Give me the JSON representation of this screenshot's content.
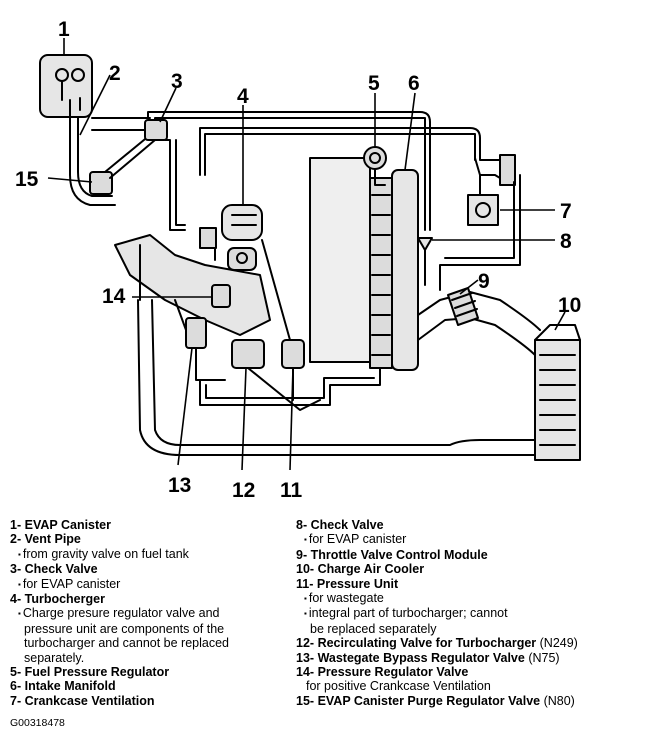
{
  "callouts": [
    "1",
    "2",
    "3",
    "4",
    "5",
    "6",
    "7",
    "8",
    "9",
    "10",
    "11",
    "12",
    "13",
    "14",
    "15"
  ],
  "legend_left": [
    {
      "num": "1-",
      "name": "EVAP Canister",
      "subs": []
    },
    {
      "num": "2-",
      "name": "Vent Pipe",
      "subs": [
        {
          "bullet": true,
          "lines": [
            "from gravity valve on fuel tank"
          ]
        }
      ]
    },
    {
      "num": "3-",
      "name": "Check Valve",
      "subs": [
        {
          "bullet": true,
          "lines": [
            "for EVAP canister"
          ]
        }
      ]
    },
    {
      "num": "4-",
      "name": "Turbocherger",
      "subs": [
        {
          "bullet": true,
          "lines": [
            "Charge presure regulator valve and",
            "pressure unit are components of the",
            "turbocharger and cannot be replaced",
            "separately."
          ]
        }
      ]
    },
    {
      "num": "5-",
      "name": "Fuel Pressure Regulator",
      "subs": []
    },
    {
      "num": "6-",
      "name": "Intake Manifold",
      "subs": []
    },
    {
      "num": "7-",
      "name": "Crankcase Ventilation",
      "subs": []
    }
  ],
  "legend_right": [
    {
      "num": "8-",
      "name": "Check Valve",
      "code": "",
      "subs": [
        {
          "bullet": true,
          "lines": [
            "for EVAP canister"
          ]
        }
      ]
    },
    {
      "num": "9-",
      "name": "Throttle Valve Control Module",
      "code": "",
      "subs": []
    },
    {
      "num": "10-",
      "name": "Charge Air Cooler",
      "code": "",
      "subs": []
    },
    {
      "num": "11-",
      "name": "Pressure Unit",
      "code": "",
      "subs": [
        {
          "bullet": true,
          "lines": [
            "for wastegate"
          ]
        },
        {
          "bullet": true,
          "lines": [
            "integral part of turbocharger; cannot",
            "be replaced separately"
          ]
        }
      ]
    },
    {
      "num": "12-",
      "name": "Recirculating Valve for Turbocharger",
      "code": "(N249)",
      "subs": []
    },
    {
      "num": "13-",
      "name": "Wastegate Bypass Regulator Valve",
      "code": "(N75)",
      "subs": []
    },
    {
      "num": "14-",
      "name": "Pressure Regulator Valve",
      "code": "",
      "subs": [
        {
          "bullet": false,
          "lines": [
            "for positive Crankcase Ventilation"
          ]
        }
      ]
    },
    {
      "num": "15-",
      "name": "EVAP Canister Purge Regulator Valve",
      "code": "(N80)",
      "subs": []
    }
  ],
  "figure_id": "G00318478"
}
